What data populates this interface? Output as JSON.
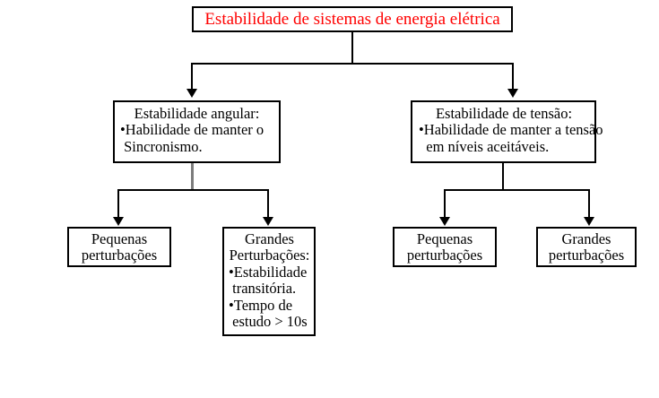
{
  "diagram": {
    "root": {
      "label": "Estabilidade de sistemas de energia elétrica",
      "color": "#ff0000"
    },
    "level2": [
      {
        "id": "angular",
        "title": "Estabilidade angular:",
        "bullets": [
          "•Habilidade de manter o",
          " Sincronismo."
        ]
      },
      {
        "id": "tensao",
        "title": "Estabilidade de tensão:",
        "bullets": [
          "•Habilidade de manter a tensão",
          "  em níveis aceitáveis."
        ]
      }
    ],
    "leaves": [
      {
        "id": "angular-pequenas",
        "title_lines": [
          "Pequenas",
          "perturbações"
        ],
        "bullets": []
      },
      {
        "id": "angular-grandes",
        "title_lines": [
          "Grandes",
          "Perturbações:"
        ],
        "bullets": [
          "•Estabilidade",
          " transitória.",
          "•Tempo de",
          " estudo > 10s"
        ]
      },
      {
        "id": "tensao-pequenas",
        "title_lines": [
          "Pequenas",
          "perturbações"
        ],
        "bullets": []
      },
      {
        "id": "tensao-grandes",
        "title_lines": [
          "Grandes",
          "perturbações"
        ],
        "bullets": []
      }
    ],
    "colors": {
      "box_border": "#000000",
      "connector": "#000000",
      "connector_gray": "#7c7c7c",
      "root_text": "#ff0000",
      "body_text": "#000000",
      "background": "#ffffff"
    }
  }
}
